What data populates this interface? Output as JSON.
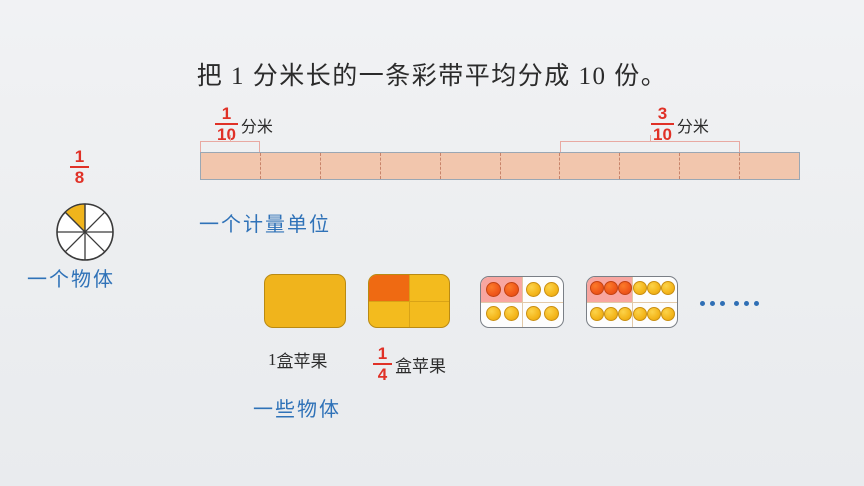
{
  "slide": {
    "title": "把 1 分米长的一条彩带平均分成 10 份。",
    "background_color": "#eef0f2"
  },
  "colors": {
    "fraction_red": "#e03127",
    "caption_blue": "#2f72b8",
    "ribbon_fill": "#f2c6ad",
    "ribbon_border": "#9aa7b4",
    "ribbon_divider": "#c8836a",
    "bracket": "#e8a9a2",
    "apple_gold": "#f4b61b",
    "apple_red": "#f0571a",
    "box_yellow": "#f0b41c",
    "box_orange": "#ef6a12",
    "pink_zone": "#f8a6a0",
    "pie_fill": "#f0b41c"
  },
  "left_panel": {
    "fraction": {
      "numerator": "1",
      "denominator": "8"
    },
    "pie": {
      "sectors": 8,
      "shaded": 1
    },
    "caption": "一个物体"
  },
  "ribbon_section": {
    "segments": 10,
    "left_label": {
      "fraction": {
        "numerator": "1",
        "denominator": "10"
      },
      "unit": "分米",
      "span_segments": 1
    },
    "right_label": {
      "fraction": {
        "numerator": "3",
        "denominator": "10"
      },
      "unit": "分米",
      "span_segments": 3
    },
    "caption": "一个计量单位"
  },
  "apple_section": {
    "caption": "一些物体",
    "ellipsis": "……",
    "boxes": [
      {
        "name": "whole-box",
        "apples": 0,
        "shaded_parts": 0,
        "total_parts": 1
      },
      {
        "name": "quarter-box",
        "apples": 0,
        "shaded_parts": 1,
        "total_parts": 4
      },
      {
        "name": "eight-apple-box",
        "apples": 8,
        "shaded_apples": 2,
        "total_parts": 4
      },
      {
        "name": "twelve-apple-box",
        "apples": 12,
        "shaded_apples": 3,
        "total_parts": 4
      }
    ],
    "captions": [
      {
        "prefix": "1",
        "text": "盒苹果"
      },
      {
        "fraction": {
          "numerator": "1",
          "denominator": "4"
        },
        "text": "盒苹果"
      }
    ]
  }
}
